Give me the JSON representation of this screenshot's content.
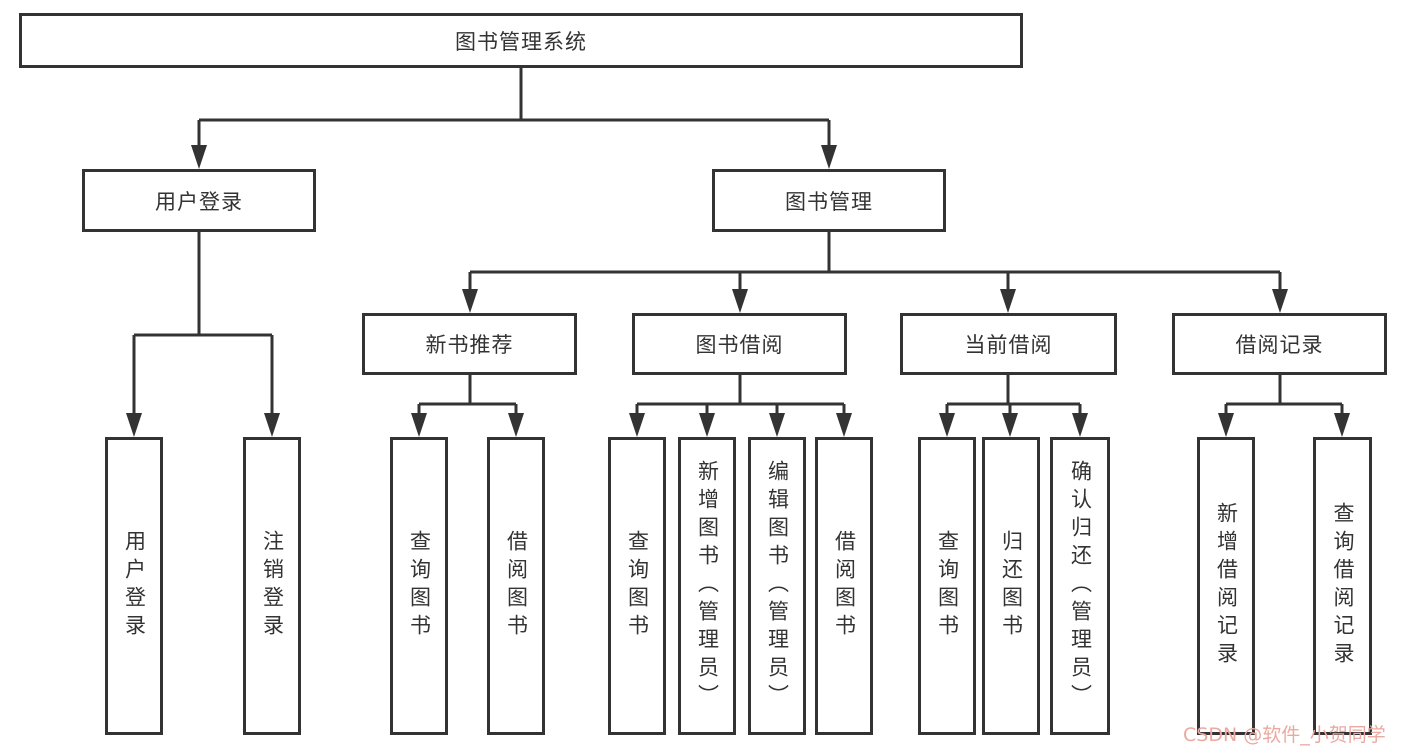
{
  "diagram": {
    "root": {
      "label": "图书管理系统"
    },
    "login": {
      "label": "用户登录",
      "children": [
        "用户登录",
        "注销登录"
      ]
    },
    "manage": {
      "label": "图书管理"
    },
    "sections": [
      {
        "label": "新书推荐",
        "children": [
          "查询图书",
          "借阅图书"
        ]
      },
      {
        "label": "图书借阅",
        "children": [
          "查询图书",
          "新增图书（管理员）",
          "编辑图书（管理员）",
          "借阅图书"
        ]
      },
      {
        "label": "当前借阅",
        "children": [
          "查询图书",
          "归还图书",
          "确认归还（管理员）"
        ]
      },
      {
        "label": "借阅记录",
        "children": [
          "新增借阅记录",
          "查询借阅记录"
        ]
      }
    ]
  },
  "watermark": {
    "text": "CSDN @软件_小贺同学",
    "color": "#eba9a1"
  },
  "colors": {
    "line": "#333333",
    "box_background": "#ffffff",
    "text": "#333333"
  }
}
